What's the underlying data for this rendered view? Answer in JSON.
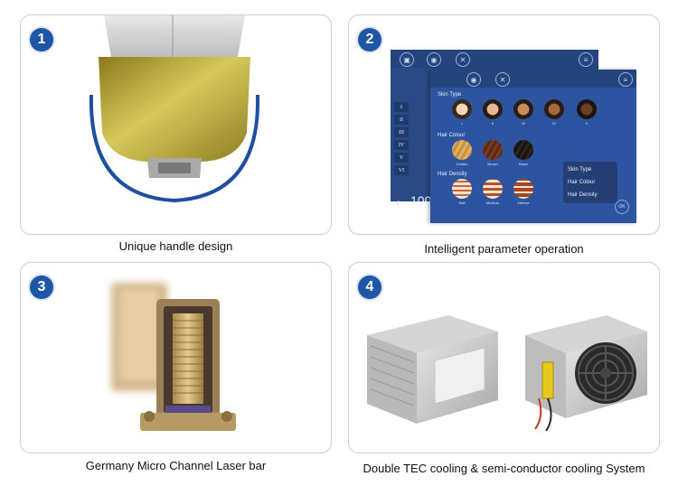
{
  "panels": [
    {
      "number": "1",
      "caption": "Unique handle design"
    },
    {
      "number": "2",
      "caption": "Intelligent parameter operation"
    },
    {
      "number": "3",
      "caption": "Germany Micro Channel Laser bar"
    },
    {
      "number": "4",
      "caption": "Double TEC cooling & semi-conductor cooling System"
    }
  ],
  "screen": {
    "levels": [
      "I",
      "II",
      "III",
      "IV",
      "V",
      "VI"
    ],
    "back_value": "100",
    "skin_type_label": "Skin Type",
    "skin_tones": [
      "I",
      "II",
      "III",
      "IV",
      "V"
    ],
    "hair_colour_label": "Hair Colour",
    "hair_colours": [
      "Golden",
      "Brown",
      "Black"
    ],
    "hair_density_label": "Hair Density",
    "hair_densities": [
      "Soft",
      "Medium",
      "Intense"
    ],
    "menu": [
      "Skin Type",
      "Hair  Colour",
      "Hair Density"
    ],
    "ok_label": "OK"
  }
}
